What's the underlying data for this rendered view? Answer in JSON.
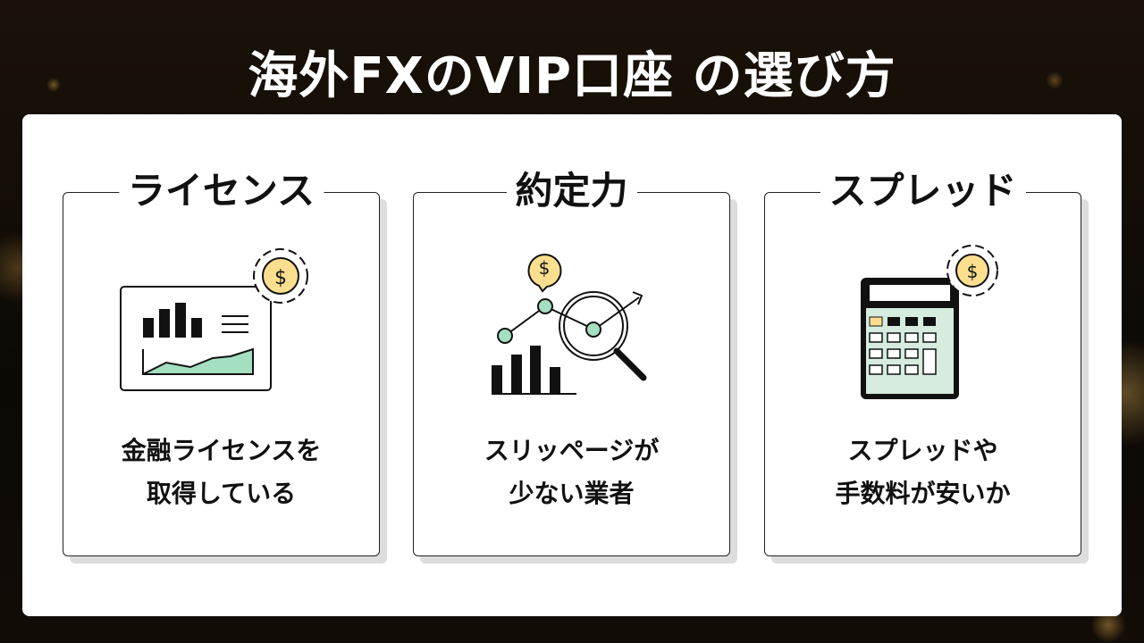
{
  "title": "海外FXのVIP口座 の選び方",
  "cards": [
    {
      "title": "ライセンス",
      "icon": "chart-dashboard-gear-icon",
      "line1": "金融ライセンスを",
      "line2": "取得している"
    },
    {
      "title": "約定力",
      "icon": "magnifier-chart-icon",
      "line1": "スリッページが",
      "line2": "少ない業者"
    },
    {
      "title": "スプレッド",
      "icon": "calculator-gear-icon",
      "line1": "スプレッドや",
      "line2": "手数料が安いか"
    }
  ],
  "colors": {
    "green": "#a3dfc0",
    "yellow": "#fbdf8f"
  }
}
